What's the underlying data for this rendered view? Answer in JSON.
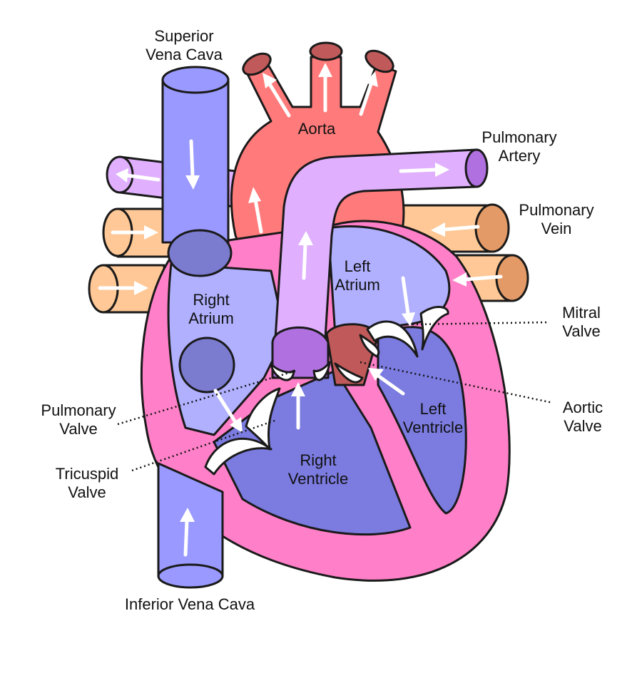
{
  "labels": {
    "superior_vena_cava": [
      "Superior",
      "Vena Cava"
    ],
    "aorta": "Aorta",
    "pulmonary_artery": [
      "Pulmonary",
      "Artery"
    ],
    "pulmonary_vein": [
      "Pulmonary",
      "Vein"
    ],
    "right_atrium": [
      "Right",
      "Atrium"
    ],
    "left_atrium": [
      "Left",
      "Atrium"
    ],
    "mitral_valve": [
      "Mitral",
      "Valve"
    ],
    "aortic_valve": [
      "Aortic",
      "Valve"
    ],
    "left_ventricle": [
      "Left",
      "Ventricle"
    ],
    "right_ventricle": [
      "Right",
      "Ventricle"
    ],
    "pulmonary_valve": [
      "Pulmonary",
      "Valve"
    ],
    "tricuspid_valve": [
      "Tricuspid",
      "Valve"
    ],
    "inferior_vena_cava": "Inferior Vena Cava"
  },
  "colors": {
    "deoxygenated_vessel": "#9999ff",
    "right_chambers": "#b0b0ff",
    "ventricle_interior": "#7b7be0",
    "oxygenated_vessel": "#ff7a7a",
    "pulmonary_artery": "#e0b0ff",
    "pulmonary_vein": "#ffc896",
    "myocardium": "#ff80c8",
    "valve_dark": "#c05a5a",
    "pulmonary_valve_fill": "#b070e0"
  }
}
